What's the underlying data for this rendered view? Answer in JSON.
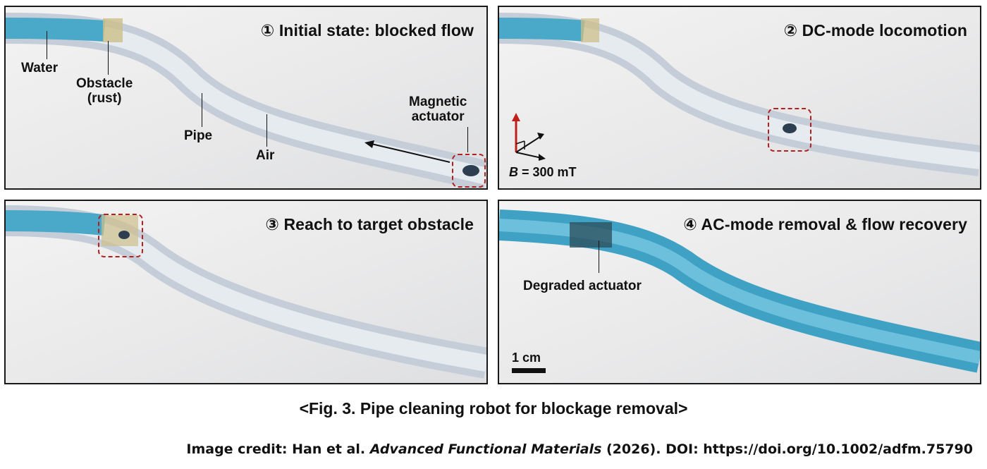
{
  "panels": [
    {
      "title": "① Initial state: blocked flow",
      "labels": {
        "water": "Water",
        "obstacle": "Obstacle\n(rust)",
        "pipe": "Pipe",
        "air": "Air",
        "actuator": "Magnetic\nactuator"
      }
    },
    {
      "title": "② DC-mode locomotion",
      "field_symbol": "B",
      "field_value": " = 300 mT"
    },
    {
      "title": "③ Reach to target obstacle"
    },
    {
      "title": "④ AC-mode removal & flow recovery",
      "labels": {
        "degraded": "Degraded actuator"
      },
      "scale_bar": "1 cm"
    }
  ],
  "caption": "<Fig. 3. Pipe cleaning robot for blockage removal>",
  "credit": {
    "prefix": "Image credit: Han et al. ",
    "journal": "Advanced Functional Materials",
    "suffix": " (2026). DOI: https://doi.org/10.1002/adfm.75790"
  },
  "colors": {
    "water": "#4aa8c8",
    "pipe": "#cfd6de",
    "highlight": "#b32020",
    "arrow_red": "#c0201a"
  }
}
